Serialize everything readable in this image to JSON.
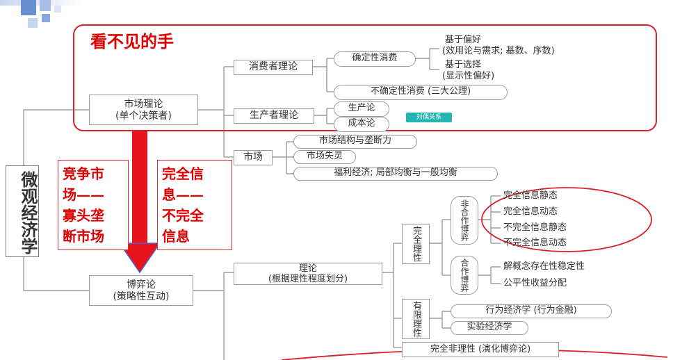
{
  "highlight_title": "看不见的手",
  "root": "微观经济学",
  "left_label_1": [
    "竞争市",
    "场——",
    "寡头垄",
    "断市场"
  ],
  "left_label_2": [
    "完全信",
    "息——",
    "不完全",
    "信息"
  ],
  "market_theory": {
    "line1": "市场理论",
    "line2": "(单个决策者)"
  },
  "consumer_theory": "消费者理论",
  "certain_consumption": "确定性消费",
  "preference_based": {
    "line1": "基于偏好",
    "line2": "(效用论与需求; 基数、序数)"
  },
  "choice_based": {
    "line1": "基于选择",
    "line2": "(显示性偏好)"
  },
  "uncertain_consumption": "不确定性消费 (三大公理)",
  "producer_theory": "生产者理论",
  "production_theory": "生产论",
  "cost_theory": "成本论",
  "duality_tag": "对偶关系",
  "market": "市场",
  "market_structure": "市场结构与垄断力",
  "market_failure": "市场失灵",
  "welfare": "福利经济; 局部均衡与一般均衡",
  "game_theory": {
    "line1": "博弈论",
    "line2": "(策略性互动)"
  },
  "theory_box": {
    "line1": "理论",
    "line2": "(根据理性程度划分)"
  },
  "complete_rationality": "完全理性",
  "non_cooperative": "非合作博弈",
  "cooperative": "合作博弈",
  "nc_items": [
    "完全信息静态",
    "完全信息动态",
    "不完全信息静态",
    "不完全信息动态"
  ],
  "coop_items": [
    "解概念存在性稳定性",
    "公平性收益分配"
  ],
  "bounded_rationality": "有限理性",
  "bounded_items": [
    "行为经济学 (行为金融)",
    "实验经济学"
  ],
  "irrational": "完全非理性 (演化博弈论)",
  "colors": {
    "red": "#e00000",
    "teal": "#25b4b0",
    "border": "#9a9a9a",
    "accent_blue": "#6b8fd0"
  }
}
